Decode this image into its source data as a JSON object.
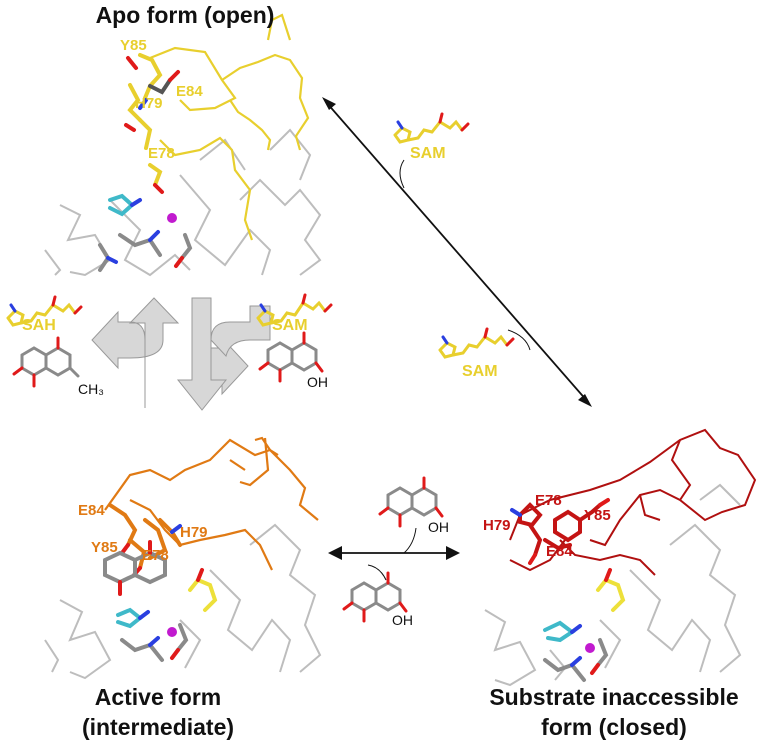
{
  "states": {
    "apo": {
      "title": "Apo form (open)",
      "color": "#E8CF2E",
      "residues": [
        "Y85",
        "E84",
        "H79",
        "E78"
      ]
    },
    "active": {
      "title_line1": "Active form",
      "title_line2": "(intermediate)",
      "color": "#E07A14",
      "residues": [
        "E84",
        "H79",
        "Y85",
        "E78"
      ]
    },
    "closed": {
      "title_line1": "Substrate inaccessible",
      "title_line2": "form (closed)",
      "color": "#C41414",
      "residues": [
        "E78",
        "H79",
        "Y85",
        "E84"
      ]
    }
  },
  "ligands": {
    "sam": "SAM",
    "sah": "SAH",
    "methyl": "CH₃",
    "hydroxyl": "OH"
  },
  "colors": {
    "backbone": "#BDBDBD",
    "carbon_grey": "#8A8A8A",
    "nitrogen": "#2A3FE0",
    "oxygen": "#E01A1A",
    "metal": "#C11ACF",
    "teal": "#3FB9C9",
    "arrow_fill": "#D7D7D7"
  }
}
